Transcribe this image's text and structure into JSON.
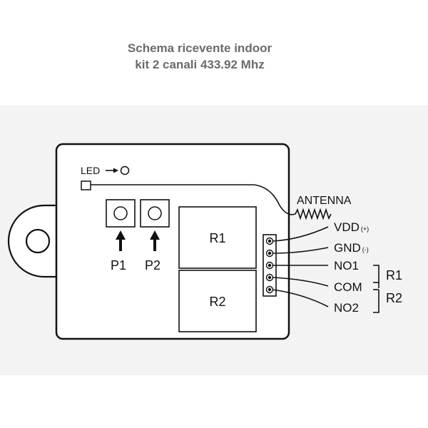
{
  "title": {
    "line1": "Schema ricevente indoor",
    "line2": "kit 2 canali 433.92 Mhz"
  },
  "diagram": {
    "led_label": "LED",
    "antenna_label": "ANTENNA",
    "buttons": {
      "p1": "P1",
      "p2": "P2"
    },
    "relays": {
      "r1": "R1",
      "r2": "R2"
    },
    "terminals": {
      "vdd": "VDD",
      "vdd_sign": "(+)",
      "gnd": "GND",
      "gnd_sign": "(-)",
      "no1": "NO1",
      "com": "COM",
      "no2": "NO2"
    },
    "relay_groups": {
      "r1": "R1",
      "r2": "R2"
    }
  }
}
